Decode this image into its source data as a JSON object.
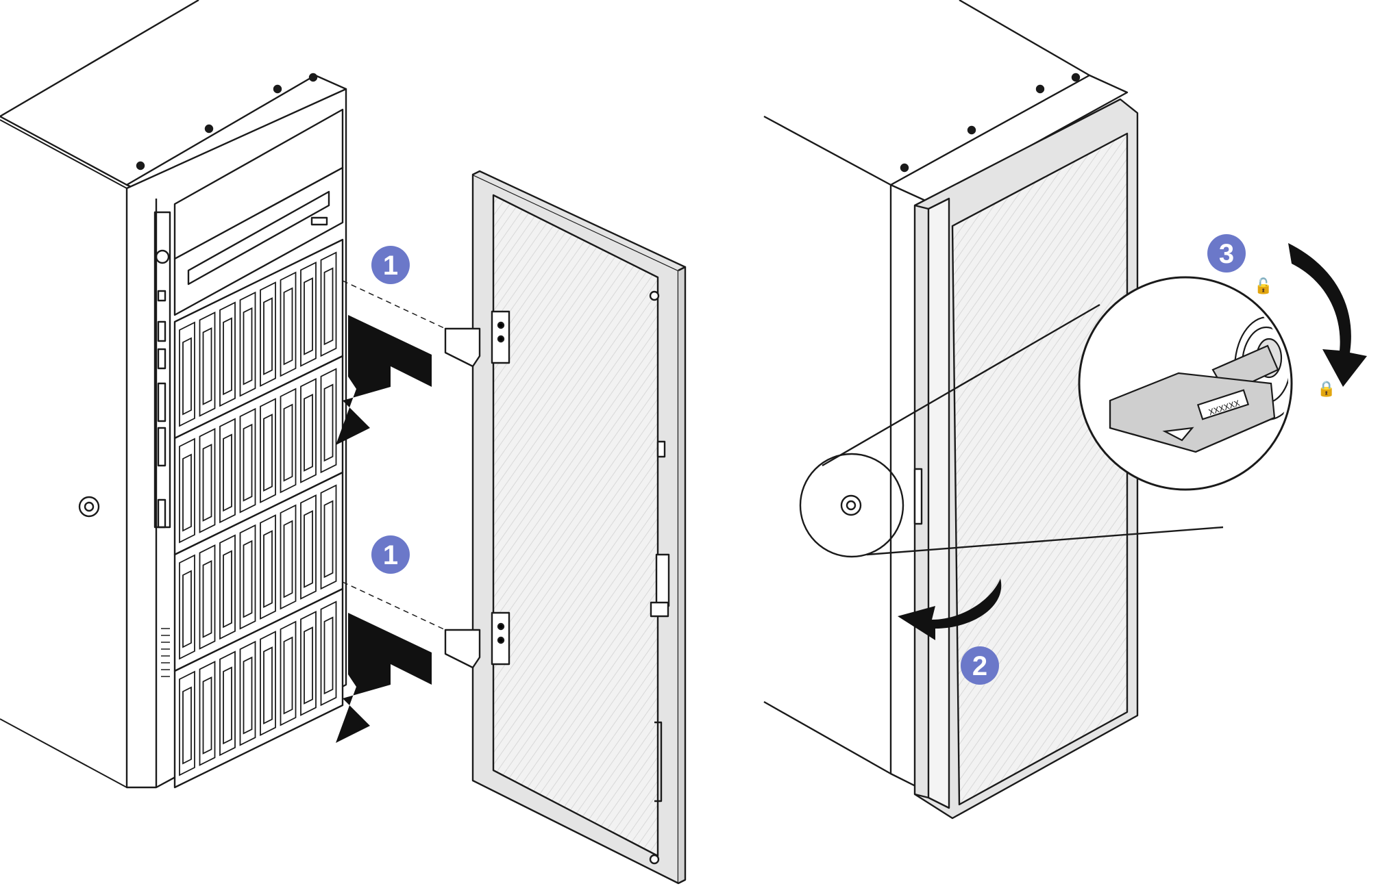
{
  "figure": {
    "left_panel": "install-bezel",
    "right_panel": "lock-bezel"
  },
  "callouts": [
    {
      "id": "callout-1-upper",
      "label": "1"
    },
    {
      "id": "callout-1-lower",
      "label": "1"
    },
    {
      "id": "callout-2",
      "label": "2"
    },
    {
      "id": "callout-3",
      "label": "3"
    }
  ],
  "key_tag_text": "XXXXXX",
  "colors": {
    "callout_fill": "#6b78c9",
    "line": "#1a1a1a",
    "arrow": "#111111",
    "bezel_gray": "#e4e4e4",
    "key_gray": "#cfcfcf",
    "background": "#ffffff"
  },
  "icons": [
    "unlock-icon",
    "lock-icon",
    "rotate-clockwise-arrow",
    "pull-open-arrow",
    "push-in-arrow"
  ]
}
